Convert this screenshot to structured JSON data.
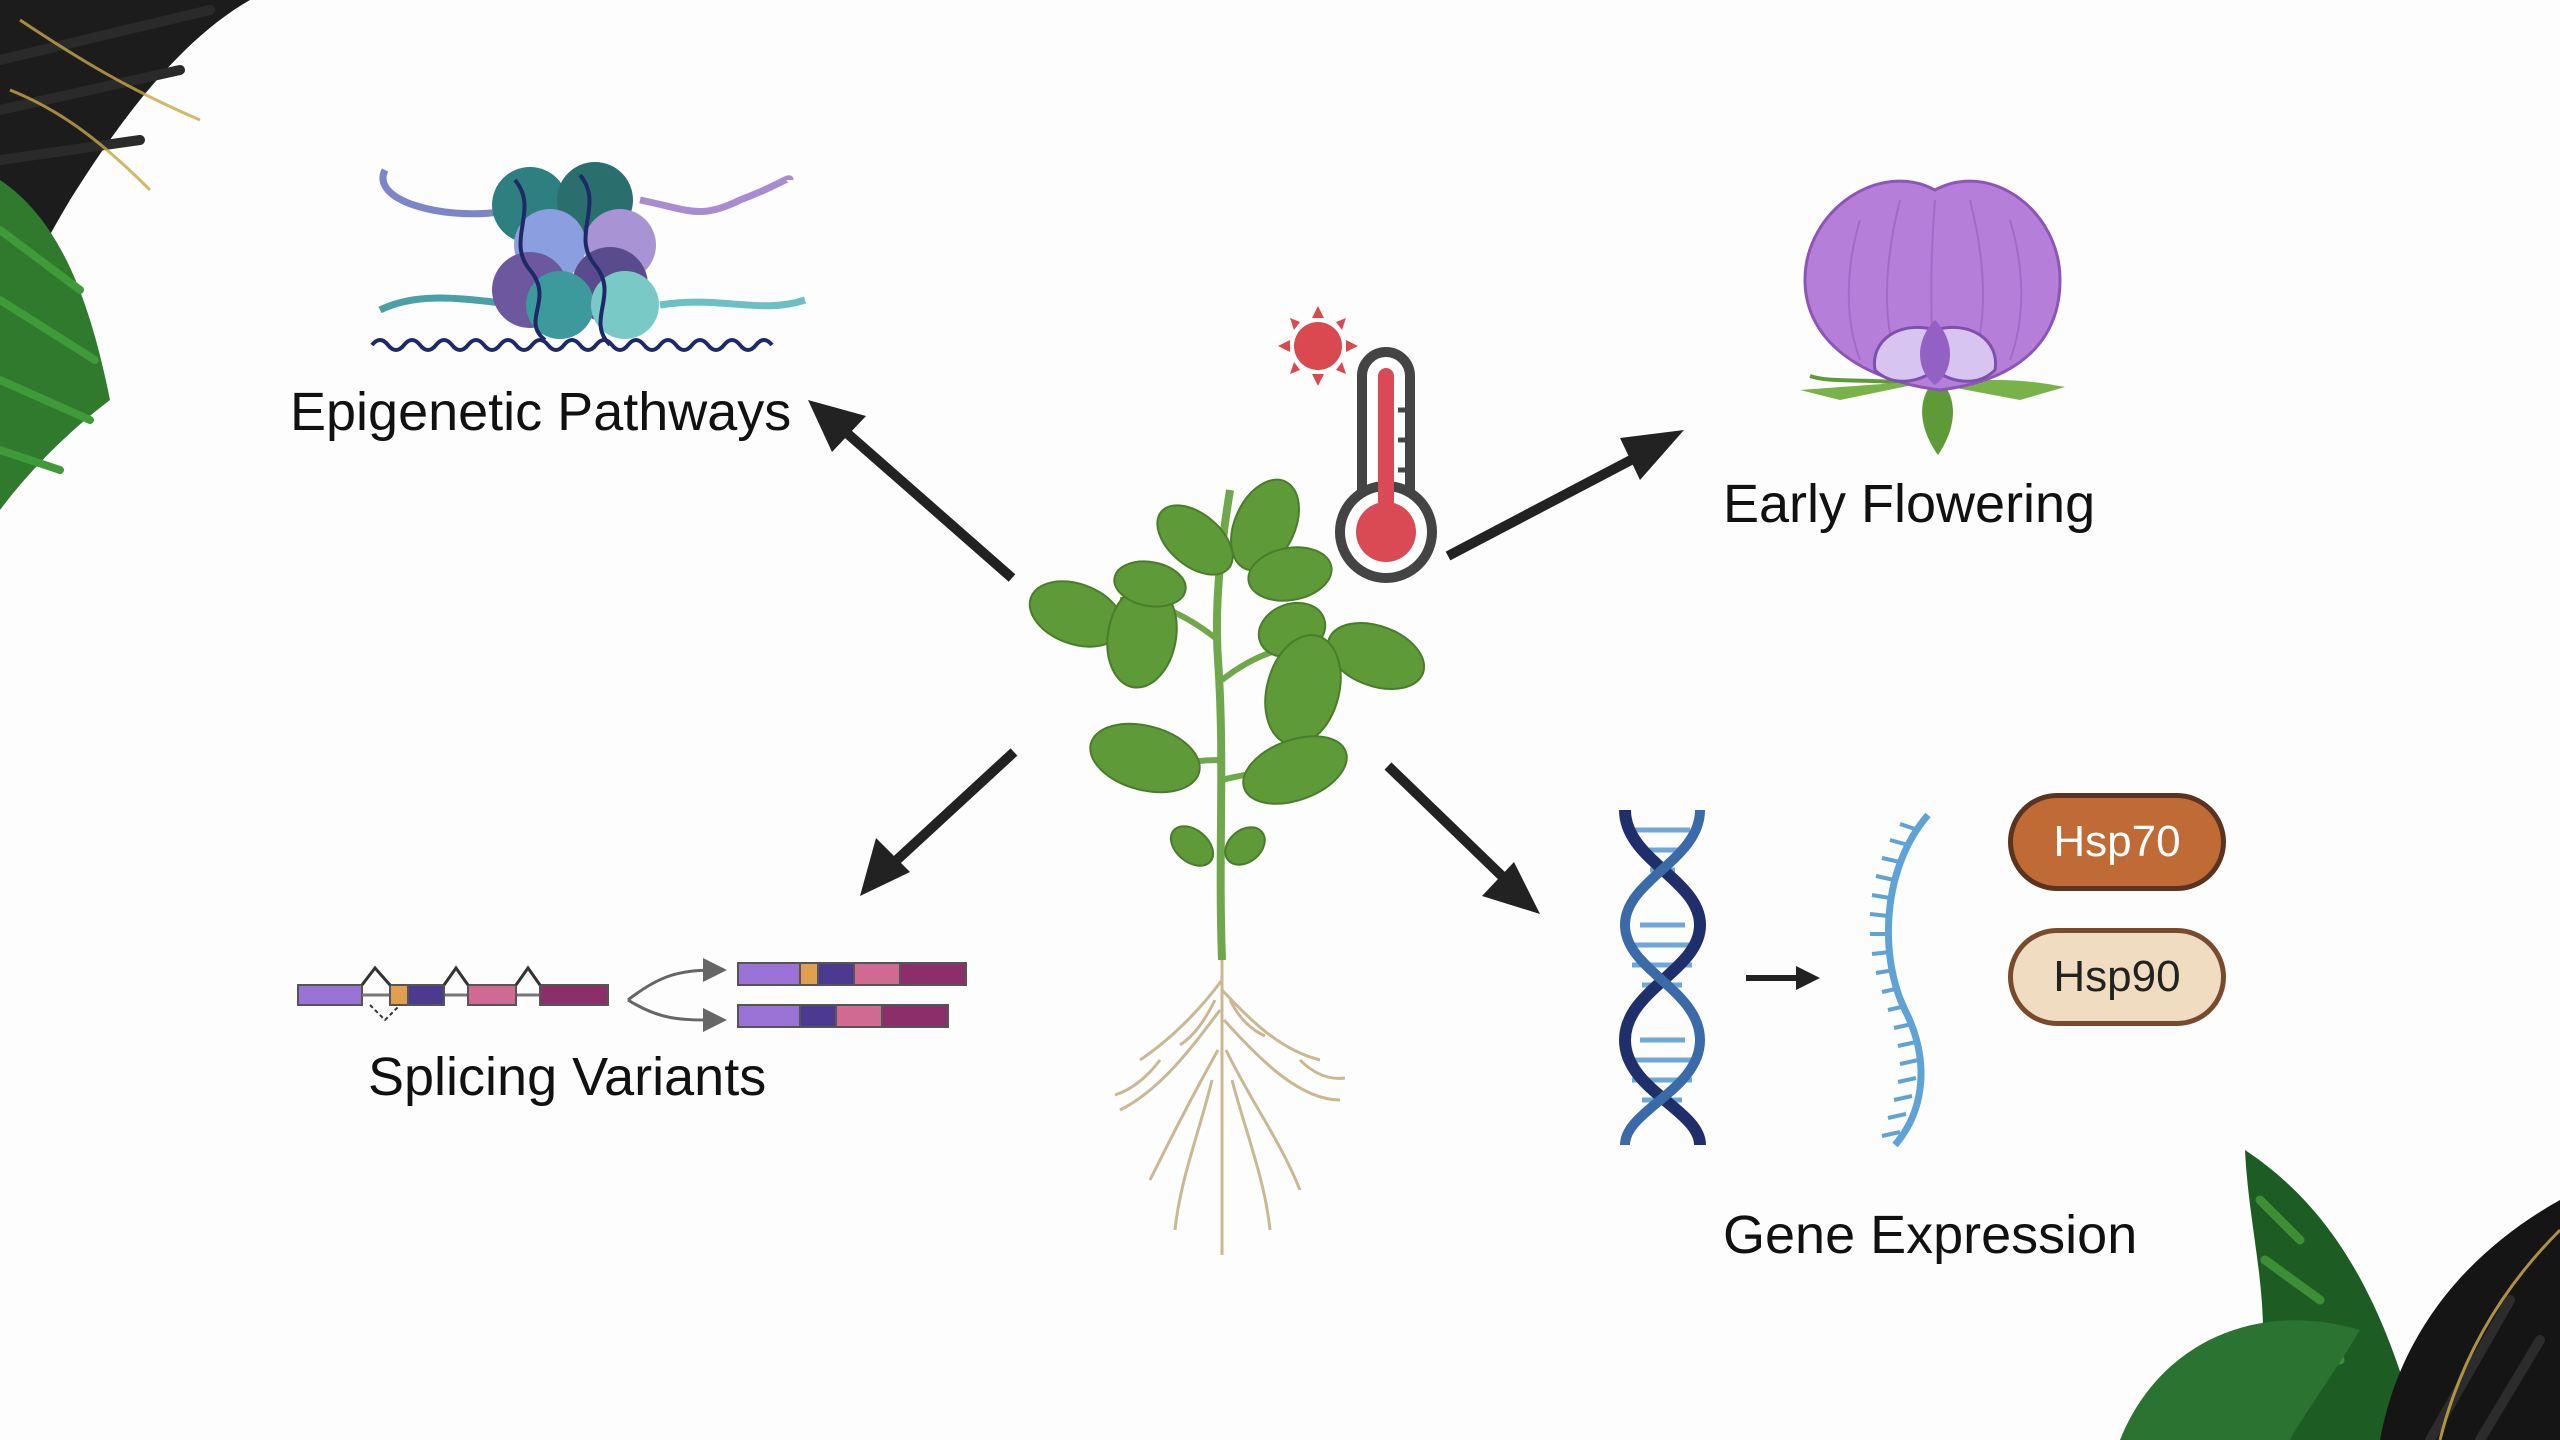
{
  "labels": {
    "epigenetic": "Epigenetic Pathways",
    "flowering": "Early Flowering",
    "splicing": "Splicing Variants",
    "expression": "Gene Expression"
  },
  "proteins": [
    "Hsp70",
    "Hsp90"
  ],
  "colors": {
    "arrow": "#222222",
    "gold_line": "#b08d3c",
    "leaf": "#5f9a38",
    "root": "#c7b58c",
    "flower": "#b57ed9",
    "dna": "#1f2f6b",
    "rna": "#5fa3d6",
    "thermometer": "#d94a55",
    "hsp70": "#c06a36",
    "hsp90": "#f0dcc0"
  },
  "icons": [
    "nucleosome-icon",
    "sun-icon",
    "thermometer-icon",
    "plant-icon",
    "flower-icon",
    "dna-icon",
    "rna-icon",
    "splicing-icon",
    "palm-leaf-icon"
  ]
}
